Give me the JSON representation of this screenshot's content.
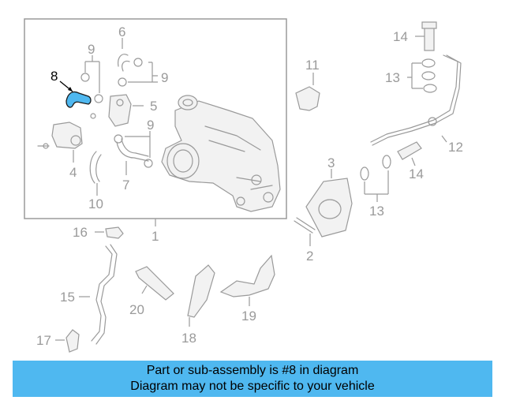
{
  "diagram": {
    "callouts": {
      "c1": "1",
      "c2": "2",
      "c3": "3",
      "c4": "4",
      "c5": "5",
      "c6": "6",
      "c7": "7",
      "c8": "8",
      "c9a": "9",
      "c9b": "9",
      "c9c": "9",
      "c10": "10",
      "c11": "11",
      "c12": "12",
      "c13a": "13",
      "c13b": "13",
      "c14a": "14",
      "c14b": "14",
      "c15": "15",
      "c16": "16",
      "c17": "17",
      "c18": "18",
      "c19": "19",
      "c20": "20"
    },
    "highlight_part": "8",
    "colors": {
      "highlight": "#4fb8f0",
      "line": "#9a9a9a",
      "banner": "#4fb8f0"
    }
  },
  "banner": {
    "line1": "Part or sub-assembly is #8 in diagram",
    "line2": "Diagram may not be specific to your vehicle"
  }
}
